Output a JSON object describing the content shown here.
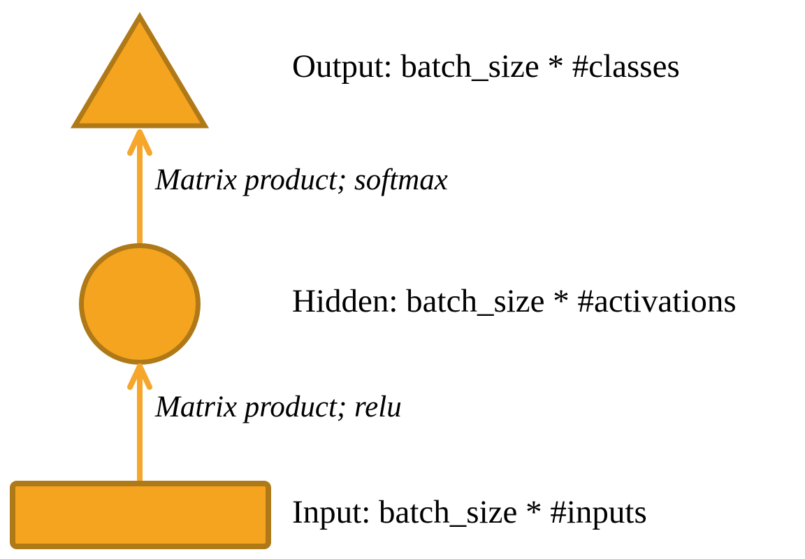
{
  "diagram": {
    "background": "#ffffff",
    "colors": {
      "shape_fill": "#F5A41F",
      "shape_border": "#AF7918",
      "arrow": "#F5A62B",
      "text": "#000000"
    },
    "nodes": [
      {
        "id": "output",
        "shape": "triangle",
        "label": "Output: batch_size * #classes"
      },
      {
        "id": "hidden",
        "shape": "circle",
        "label": "Hidden: batch_size * #activations"
      },
      {
        "id": "input",
        "shape": "rectangle",
        "label": "Input: batch_size * #inputs"
      }
    ],
    "edges": [
      {
        "from": "hidden",
        "to": "output",
        "label": "Matrix product; softmax"
      },
      {
        "from": "input",
        "to": "hidden",
        "label": "Matrix product; relu"
      }
    ]
  }
}
